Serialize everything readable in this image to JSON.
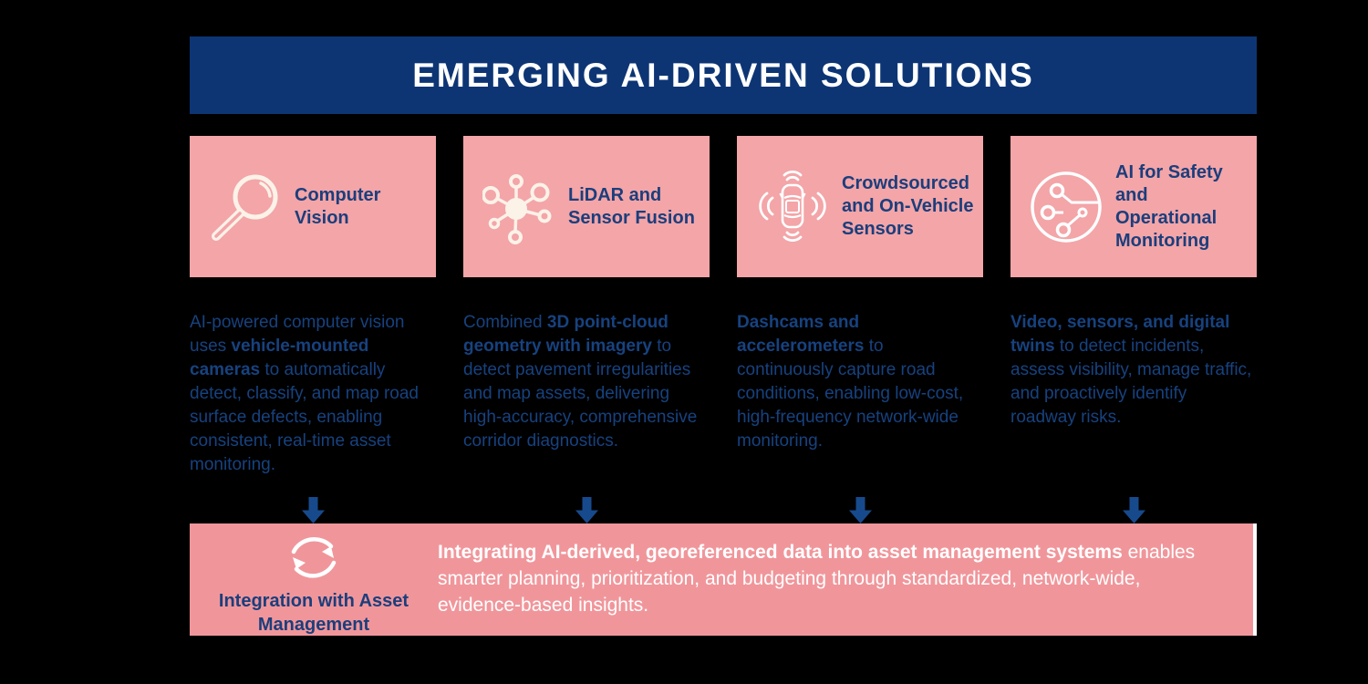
{
  "header": {
    "title": "EMERGING AI-DRIVEN SOLUTIONS"
  },
  "cards": [
    {
      "icon": "magnifier-icon",
      "title": "Computer Vision"
    },
    {
      "icon": "sensor-network-icon",
      "title": "LiDAR and Sensor Fusion"
    },
    {
      "icon": "vehicle-sensors-icon",
      "title": "Crowdsourced and On-Vehicle Sensors"
    },
    {
      "icon": "ai-monitoring-icon",
      "title": "AI for Safety and Operational Monitoring"
    }
  ],
  "descriptions": [
    {
      "parts": [
        {
          "t": "AI-powered computer vision uses ",
          "b": false
        },
        {
          "t": "vehicle-mounted cameras",
          "b": true
        },
        {
          "t": " to automatically detect, classify, and map road surface defects, enabling consistent, real-time asset monitoring.",
          "b": false
        }
      ]
    },
    {
      "parts": [
        {
          "t": "Combined ",
          "b": false
        },
        {
          "t": "3D point-cloud geometry with imagery",
          "b": true
        },
        {
          "t": " to detect pavement irregularities and map assets, delivering high-accuracy, comprehensive corridor diagnostics.",
          "b": false
        }
      ]
    },
    {
      "parts": [
        {
          "t": "Dashcams and accelerometers",
          "b": true
        },
        {
          "t": " to continuously capture road conditions, enabling low-cost, high-frequency network-wide monitoring.",
          "b": false
        }
      ]
    },
    {
      "parts": [
        {
          "t": "Video, sensors, and digital twins",
          "b": true
        },
        {
          "t": " to detect incidents, assess visibility, manage traffic, and proactively identify roadway risks.",
          "b": false
        }
      ]
    }
  ],
  "footer": {
    "icon": "sync-icon",
    "label": "Integration with Asset Management",
    "parts": [
      {
        "t": "Integrating AI-derived, georeferenced data into asset management systems",
        "b": true
      },
      {
        "t": " enables smarter planning, prioritization, and budgeting through standardized, network-wide, evidence-based insights.",
        "b": false
      }
    ]
  },
  "colors": {
    "background": "#000000",
    "header_navy": "#0D3574",
    "card_pink": "#F3A5A8",
    "footer_pink": "#F0969B",
    "text_navy": "#17427F",
    "title_navy": "#1B3E7C",
    "arrow_navy": "#174A8C",
    "icon_cream": "#FBF2E8",
    "white": "#FFFFFF"
  }
}
